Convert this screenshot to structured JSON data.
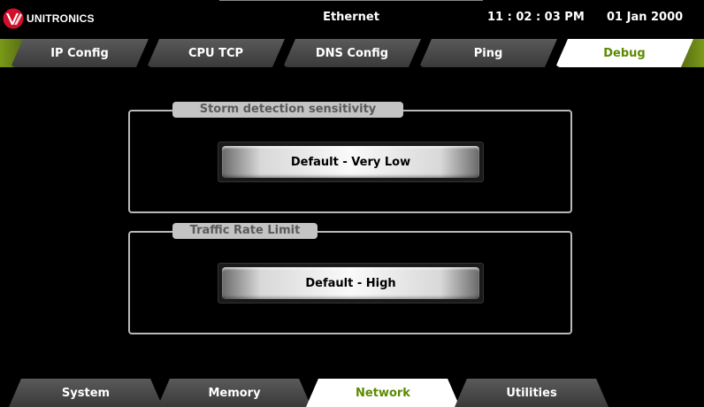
{
  "header": {
    "logo_text": "UNITRONICS",
    "title": "Ethernet",
    "time": "11 : 02 : 03 PM",
    "date": "01 Jan 2000"
  },
  "top_tabs": [
    {
      "label": "IP Config",
      "active": false
    },
    {
      "label": "CPU TCP",
      "active": false
    },
    {
      "label": "DNS Config",
      "active": false
    },
    {
      "label": "Ping",
      "active": false
    },
    {
      "label": "Debug",
      "active": true
    }
  ],
  "storm": {
    "label": "Storm detection sensitivity",
    "value": "Default - Very Low"
  },
  "traffic": {
    "label": "Traffic Rate Limit",
    "value": "Default - High"
  },
  "bottom_tabs": [
    {
      "label": "System",
      "active": false
    },
    {
      "label": "Memory",
      "active": false
    },
    {
      "label": "Network",
      "active": true
    },
    {
      "label": "Utilities",
      "active": false
    }
  ],
  "colors": {
    "accent_green": "#5c8a00",
    "tab_gray": "#4a4a4a",
    "group_border": "#b8b8b8"
  }
}
